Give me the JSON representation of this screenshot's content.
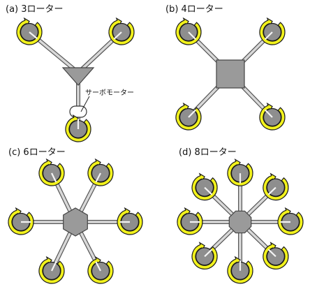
{
  "colors": {
    "arm": "#d8d8d8",
    "arm_stroke": "#555555",
    "hub": "#9a9a9a",
    "hub_stroke": "#444444",
    "rotor_fill": "#8e8e8e",
    "ring_yellow": "#f2f21c",
    "ring_stroke": "#1a1a1a"
  },
  "panels": [
    {
      "id": "a",
      "label": "(a) 3ローター",
      "hub_shape": "triangle-down-icon",
      "rotor_count": 3
    },
    {
      "id": "b",
      "label": "(b) 4ローター",
      "hub_shape": "square-icon",
      "rotor_count": 4
    },
    {
      "id": "c",
      "label": "(c) 6ローター",
      "hub_shape": "hexagon-icon",
      "rotor_count": 6
    },
    {
      "id": "d",
      "label": "(d) 8ローター",
      "hub_shape": "octagon-icon",
      "rotor_count": 8
    }
  ],
  "annotation": {
    "servo_label": "サーボモーター"
  }
}
